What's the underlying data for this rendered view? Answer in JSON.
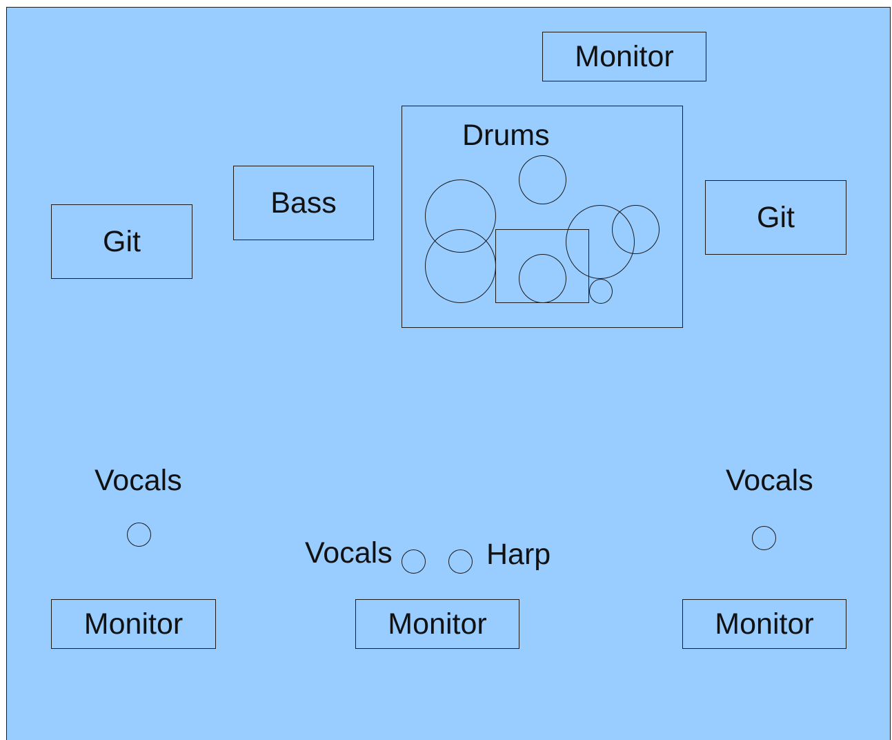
{
  "diagram": {
    "monitor_top": "Monitor",
    "drums": "Drums",
    "bass": "Bass",
    "git_left": "Git",
    "git_right": "Git",
    "vocals_left": "Vocals",
    "vocals_right": "Vocals",
    "vocals_center": "Vocals",
    "harp": "Harp",
    "monitor_bottom_left": "Monitor",
    "monitor_bottom_center": "Monitor",
    "monitor_bottom_right": "Monitor"
  },
  "colors": {
    "background": "#99ccff",
    "stroke": "#1a1a1a"
  }
}
